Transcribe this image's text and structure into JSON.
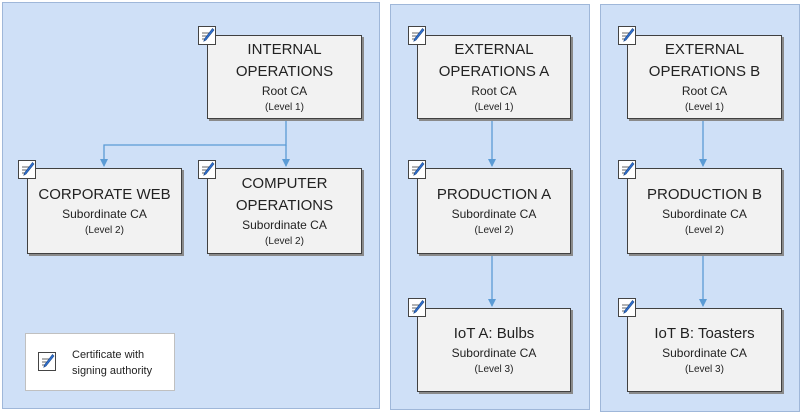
{
  "nodes": {
    "internal_root": {
      "title": "INTERNAL\nOPERATIONS",
      "role": "Root CA",
      "level": "(Level 1)"
    },
    "corporate_web": {
      "title": "CORPORATE WEB",
      "role": "Subordinate CA",
      "level": "(Level 2)"
    },
    "computer_ops": {
      "title": "COMPUTER\nOPERATIONS",
      "role": "Subordinate CA",
      "level": "(Level 2)"
    },
    "external_a_root": {
      "title": "EXTERNAL\nOPERATIONS A",
      "role": "Root CA",
      "level": "(Level 1)"
    },
    "production_a": {
      "title": "PRODUCTION A",
      "role": "Subordinate CA",
      "level": "(Level 2)"
    },
    "iot_a": {
      "title": "IoT A: Bulbs",
      "role": "Subordinate CA",
      "level": "(Level 3)"
    },
    "external_b_root": {
      "title": "EXTERNAL\nOPERATIONS B",
      "role": "Root CA",
      "level": "(Level 1)"
    },
    "production_b": {
      "title": "PRODUCTION B",
      "role": "Subordinate CA",
      "level": "(Level 2)"
    },
    "iot_b": {
      "title": "IoT B: Toasters",
      "role": "Subordinate CA",
      "level": "(Level 3)"
    }
  },
  "legend": {
    "label": "Certificate with\nsigning authority",
    "icon": "certificate-pen-icon"
  },
  "colors": {
    "panel": "#cfe0f7",
    "node": "#f2f2f2",
    "connector": "#5b9bd5"
  }
}
